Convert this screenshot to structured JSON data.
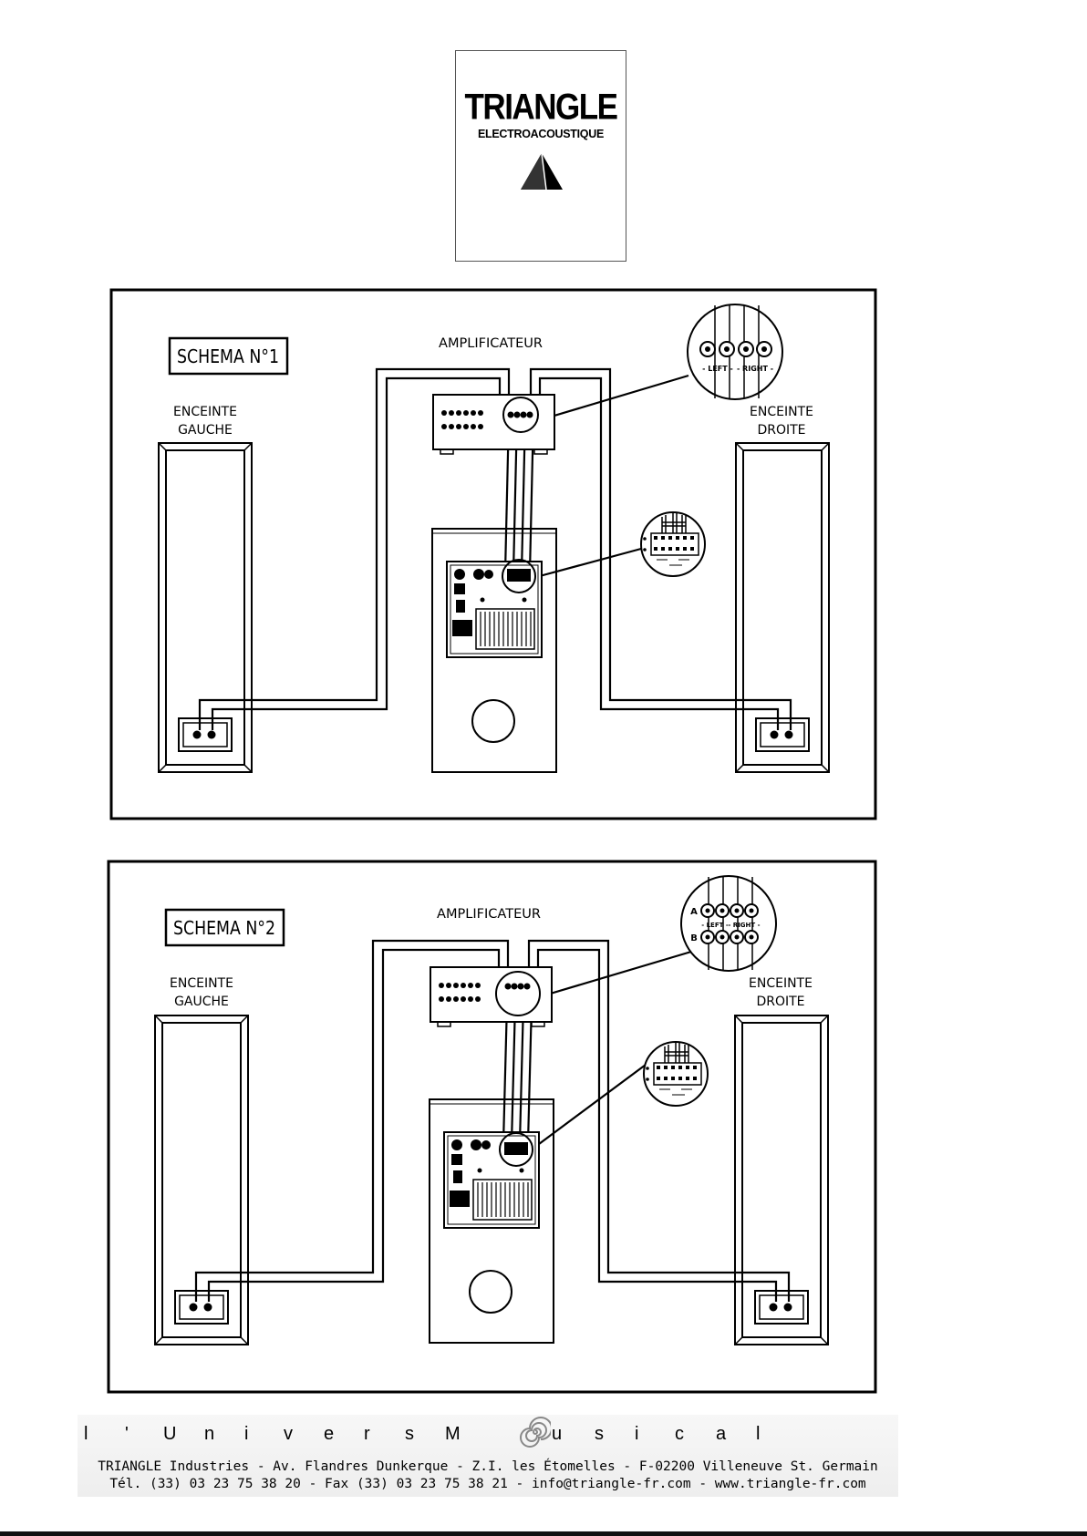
{
  "logo": {
    "brand": "TRIANGLE",
    "subtitle": "ELECTROACOUSTIQUE"
  },
  "schema1": {
    "title": "SCHEMA N°1",
    "amplifier_label": "AMPLIFICATEUR",
    "left_speaker_label_1": "ENCEINTE",
    "left_speaker_label_2": "GAUCHE",
    "right_speaker_label_1": "ENCEINTE",
    "right_speaker_label_2": "DROITE",
    "detail_left": "- LEFT -",
    "detail_right": "- RIGHT -"
  },
  "schema2": {
    "title": "SCHEMA N°2",
    "amplifier_label": "AMPLIFICATEUR",
    "left_speaker_label_1": "ENCEINTE",
    "left_speaker_label_2": "GAUCHE",
    "right_speaker_label_1": "ENCEINTE",
    "right_speaker_label_2": "DROITE",
    "detail_row_a": "A",
    "detail_row_b": "B",
    "detail_left": "- LEFT -",
    "detail_right": "- RIGHT -"
  },
  "footer": {
    "tagline": "l ' U n i v e r s  M u s i c a l",
    "address": "TRIANGLE Industries  -  Av. Flandres  Dunkerque  -  Z.I. les Étomelles  -  F-02200 Villeneuve St. Germain",
    "contact": "Tél. (33) 03 23 75 38 20  -  Fax (33) 03 23 75 38 21  -  info@triangle-fr.com  -  www.triangle-fr.com"
  },
  "colors": {
    "ink": "#000000",
    "paper": "#ffffff",
    "footer_bg": "#f1f1f1"
  }
}
